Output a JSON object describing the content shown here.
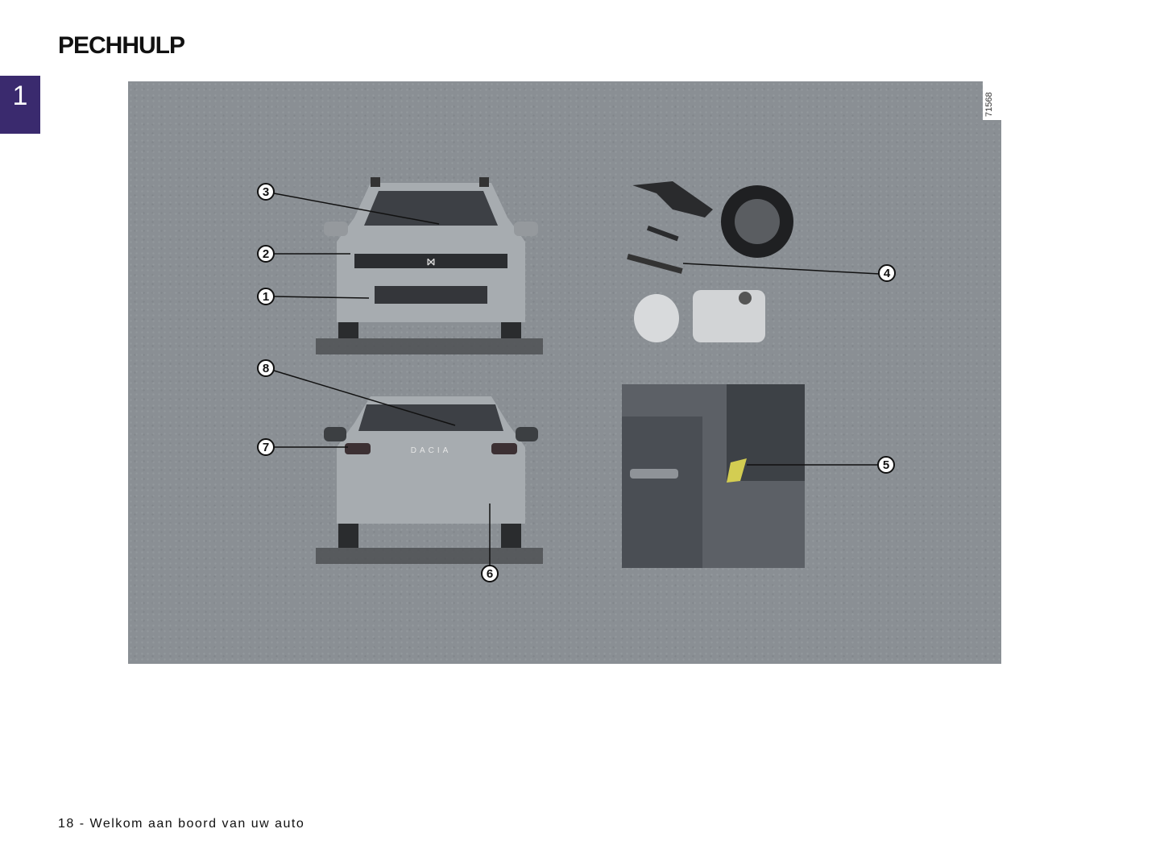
{
  "header": {
    "title": "PECHHULP"
  },
  "chapter_tab": {
    "number": "1",
    "color": "#3a2a6e"
  },
  "figure": {
    "id": "71568",
    "background": "#8a8f94",
    "callouts": [
      {
        "number": "1",
        "target": "front-bumper"
      },
      {
        "number": "2",
        "target": "front-headlight"
      },
      {
        "number": "3",
        "target": "windscreen-wiper"
      },
      {
        "number": "4",
        "target": "tool-kit"
      },
      {
        "number": "5",
        "target": "fuse-box-cover"
      },
      {
        "number": "6",
        "target": "rear-bumper"
      },
      {
        "number": "7",
        "target": "rear-light"
      },
      {
        "number": "8",
        "target": "rear-wiper"
      }
    ],
    "car_badge_rear": "DACIA"
  },
  "footer": {
    "text": "18 - Welkom aan boord van uw auto"
  }
}
